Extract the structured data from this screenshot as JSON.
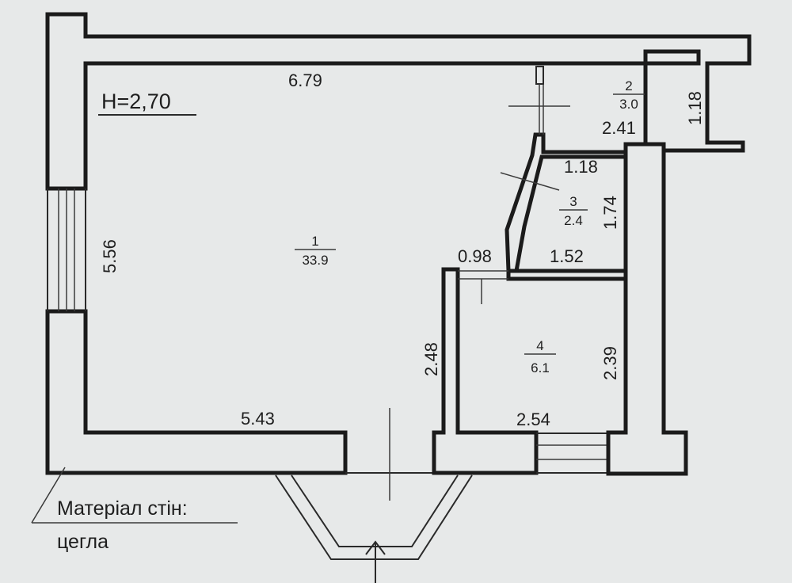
{
  "plan": {
    "height_label": "H=2,70",
    "material_label_line1": "Матеріал стін:",
    "material_label_line2": "цегла",
    "rooms": [
      {
        "id": "1",
        "number": "1",
        "area": "33.9"
      },
      {
        "id": "2",
        "number": "2",
        "area": "3.0"
      },
      {
        "id": "3",
        "number": "3",
        "area": "2.4"
      },
      {
        "id": "4",
        "number": "4",
        "area": "6.1"
      }
    ],
    "dimensions": {
      "top_main": "6.79",
      "left_main": "5.56",
      "bottom_main": "5.43",
      "room2_width": "2.41",
      "room2_height": "1.18",
      "room3_top": "1.18",
      "room3_height": "1.74",
      "room3_bottom": "1.52",
      "passage": "0.98",
      "room4_left": "2.48",
      "room4_right": "2.39",
      "room4_bottom": "2.54"
    },
    "colors": {
      "paper": "#e7e9e9",
      "ink": "#1b1b1b"
    }
  }
}
